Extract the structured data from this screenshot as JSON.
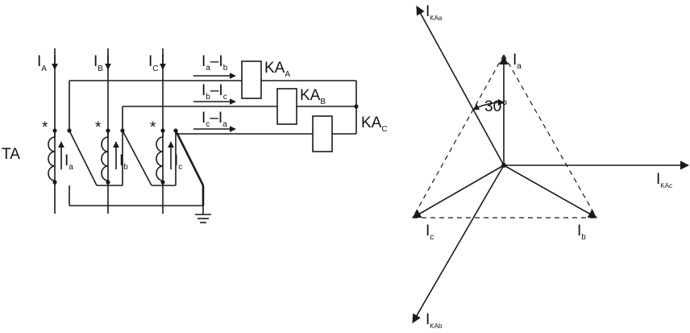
{
  "circuit": {
    "ta_label": "TA",
    "phase_currents": [
      {
        "main": "I",
        "sub": "A"
      },
      {
        "main": "I",
        "sub": "B"
      },
      {
        "main": "I",
        "sub": "C"
      }
    ],
    "secondary_currents": [
      {
        "main": "I",
        "sub": "a"
      },
      {
        "main": "I",
        "sub": "b"
      },
      {
        "main": "I",
        "sub": "c"
      }
    ],
    "relays": [
      {
        "main": "KA",
        "sub": "A",
        "cur1": "a",
        "cur2": "b"
      },
      {
        "main": "KA",
        "sub": "B",
        "cur1": "b",
        "cur2": "c"
      },
      {
        "main": "KA",
        "sub": "C",
        "cur1": "c",
        "cur2": "a"
      }
    ],
    "current_main": "I",
    "minus_sign": "–",
    "polarity_mark": "*"
  },
  "phasor": {
    "angle_label": "30°",
    "vectors": [
      {
        "main": "I",
        "sub": "a"
      },
      {
        "main": "I",
        "sub": "b"
      },
      {
        "main": "I",
        "sub": "c"
      }
    ],
    "relay_vectors": [
      {
        "main": "I",
        "sub": "KAa"
      },
      {
        "main": "I",
        "sub": "KAb"
      },
      {
        "main": "I",
        "sub": "KAc"
      }
    ]
  }
}
